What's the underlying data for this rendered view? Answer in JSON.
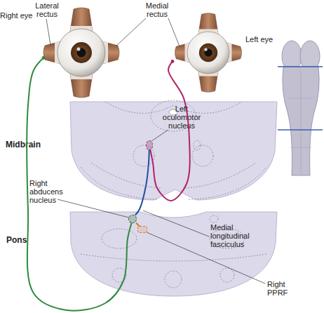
{
  "diagram": {
    "nodes": [
      {
        "text": [
          "Right eye"
        ]
      },
      {
        "text": [
          "Left eye"
        ]
      },
      {
        "text": [
          "Midbrain"
        ]
      },
      {
        "text": [
          "Left oculomotor nucleus"
        ],
        "in": 2
      },
      {
        "text": [
          "Pons"
        ]
      },
      {
        "text": [
          "Right abducens nucleus"
        ],
        "in": 4
      },
      {
        "text": [
          "Right PPRF"
        ],
        "in": 4
      }
    ],
    "edges": [
      {
        "from": 6,
        "to": 5,
        "arrow": "none"
      },
      {
        "from": 5,
        "to": 0,
        "arrow": "none"
      },
      {
        "from": 5,
        "to": 3,
        "arrow": "none"
      },
      {
        "from": 3,
        "to": 1,
        "arrow": "none"
      }
    ],
    "labels": [
      "Lateral rectus",
      "Medial rectus",
      "Medial longitudinal fasciculus"
    ]
  }
}
